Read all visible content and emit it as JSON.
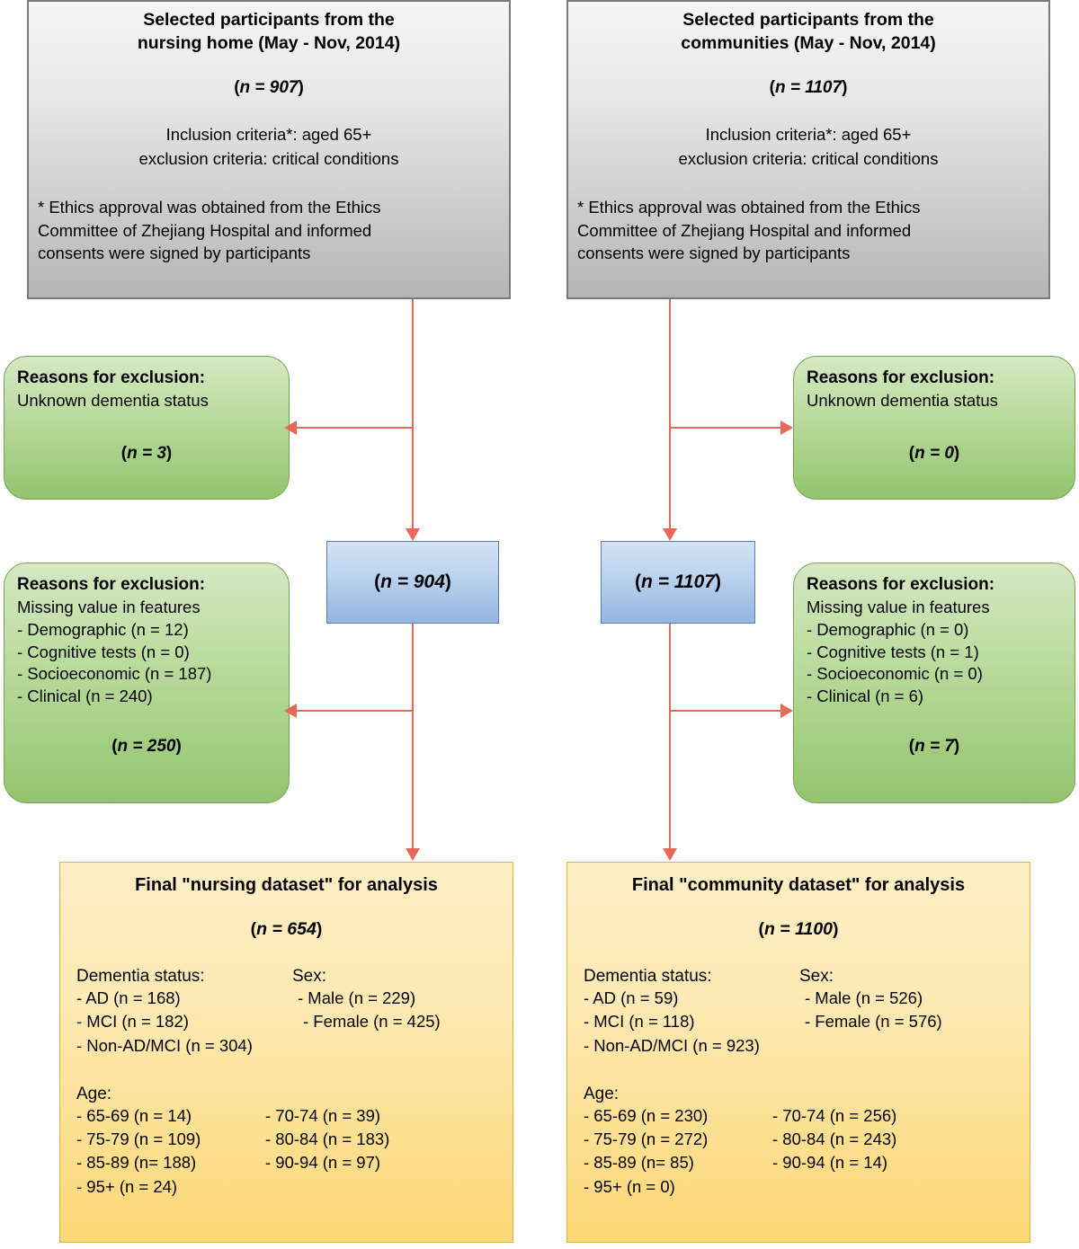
{
  "colors": {
    "connector": "#e8685a",
    "source_border": "#7a7a7a",
    "exclusion_fill": "#93c46e",
    "count_fill": "#93b6e0",
    "final_fill": "#fcd775"
  },
  "sources": {
    "nursing": {
      "title_line1": "Selected participants from the",
      "title_line2": "nursing home (May - Nov, 2014)",
      "n_label": "n = 907",
      "criteria_line1": "Inclusion criteria*: aged 65+",
      "criteria_line2": "exclusion criteria: critical conditions",
      "ethics_line1": "* Ethics approval was obtained from the Ethics",
      "ethics_line2": "Committee of Zhejiang Hospital and informed",
      "ethics_line3": "consents were signed by participants"
    },
    "community": {
      "title_line1": "Selected participants from the",
      "title_line2": "communities (May - Nov, 2014)",
      "n_label": "n = 1107",
      "criteria_line1": "Inclusion criteria*: aged 65+",
      "criteria_line2": "exclusion criteria: critical conditions",
      "ethics_line1": "* Ethics approval was obtained from the Ethics",
      "ethics_line2": "Committee of Zhejiang Hospital and informed",
      "ethics_line3": "consents were signed by participants"
    }
  },
  "exclusions": {
    "nursing_dementia": {
      "title": "Reasons for exclusion:",
      "subtitle": "Unknown dementia status",
      "n_label": "n = 3"
    },
    "community_dementia": {
      "title": "Reasons for exclusion:",
      "subtitle": "Unknown dementia status",
      "n_label": "n = 0"
    },
    "nursing_missing": {
      "title": "Reasons for exclusion:",
      "subtitle": "Missing value in features",
      "items": [
        "- Demographic (n = 12)",
        "- Cognitive tests (n = 0)",
        "- Socioeconomic  (n = 187)",
        "- Clinical (n = 240)"
      ],
      "n_label": "n = 250"
    },
    "community_missing": {
      "title": "Reasons for exclusion:",
      "subtitle": "Missing value in features",
      "items": [
        "- Demographic (n = 0)",
        "- Cognitive tests (n = 1)",
        "- Socioeconomic (n = 0)",
        "- Clinical (n = 6)"
      ],
      "n_label": "n = 7"
    }
  },
  "counts": {
    "nursing": {
      "n_label": "n = 904"
    },
    "community": {
      "n_label": "n = 1107"
    }
  },
  "finals": {
    "nursing": {
      "title": "Final \"nursing dataset\" for analysis",
      "n_label": "n = 654",
      "dementia_heading": "Dementia status:",
      "dementia_items": [
        "- AD (n = 168)",
        "- MCI (n = 182)",
        "- Non-AD/MCI (n = 304)"
      ],
      "sex_heading": "Sex:",
      "sex_items": [
        "- Male (n = 229)",
        "- Female (n = 425)"
      ],
      "age_heading": "Age:",
      "age_left": [
        "- 65-69 (n = 14)",
        "- 75-79 (n = 109)",
        "- 85-89 (n= 188)",
        "- 95+ (n = 24)"
      ],
      "age_right": [
        "- 70-74 (n = 39)",
        "- 80-84 (n = 183)",
        "- 90-94 (n = 97)"
      ]
    },
    "community": {
      "title": "Final \"community dataset\" for analysis",
      "n_label": "n = 1100",
      "dementia_heading": "Dementia status:",
      "dementia_items": [
        "- AD (n = 59)",
        "- MCI (n = 118)",
        "- Non-AD/MCI (n = 923)"
      ],
      "sex_heading": "Sex:",
      "sex_items": [
        "- Male (n = 526)",
        "- Female (n = 576)"
      ],
      "age_heading": "Age:",
      "age_left": [
        "- 65-69 (n = 230)",
        "- 75-79 (n = 272)",
        "- 85-89 (n= 85)",
        "- 95+ (n = 0)"
      ],
      "age_right": [
        "- 70-74 (n = 256)",
        "- 80-84 (n = 243)",
        "- 90-94 (n = 14)"
      ]
    }
  }
}
